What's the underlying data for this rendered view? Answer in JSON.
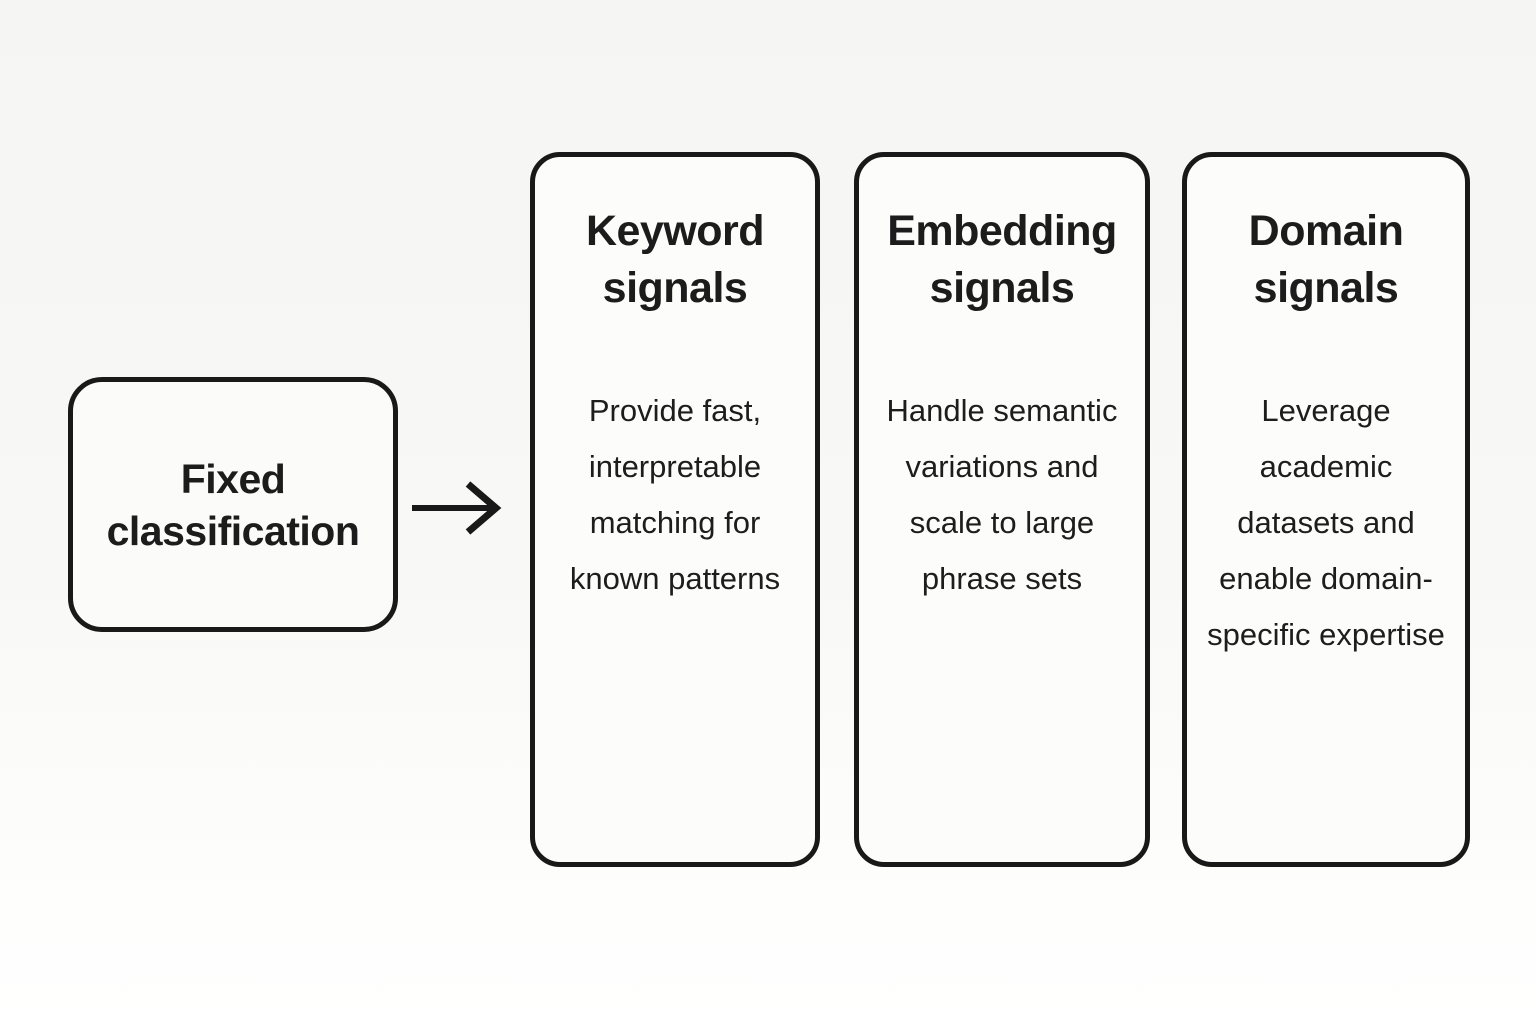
{
  "diagram": {
    "source": {
      "label": "Fixed classification"
    },
    "arrow": {
      "name": "right-arrow",
      "direction": "right"
    },
    "cards": [
      {
        "title": "Keyword signals",
        "body": "Provide fast, interpretable matching for known patterns"
      },
      {
        "title": "Embedding signals",
        "body": "Handle semantic variations and scale to large phrase sets"
      },
      {
        "title": "Domain signals",
        "body": "Leverage academic datasets and enable domain-specific expertise"
      }
    ],
    "colors": {
      "border": "#191919",
      "text": "#1c1c1c",
      "background_top": "#f5f5f3",
      "background_bottom": "#ffffff",
      "box_fill": "#fcfcfb"
    }
  }
}
